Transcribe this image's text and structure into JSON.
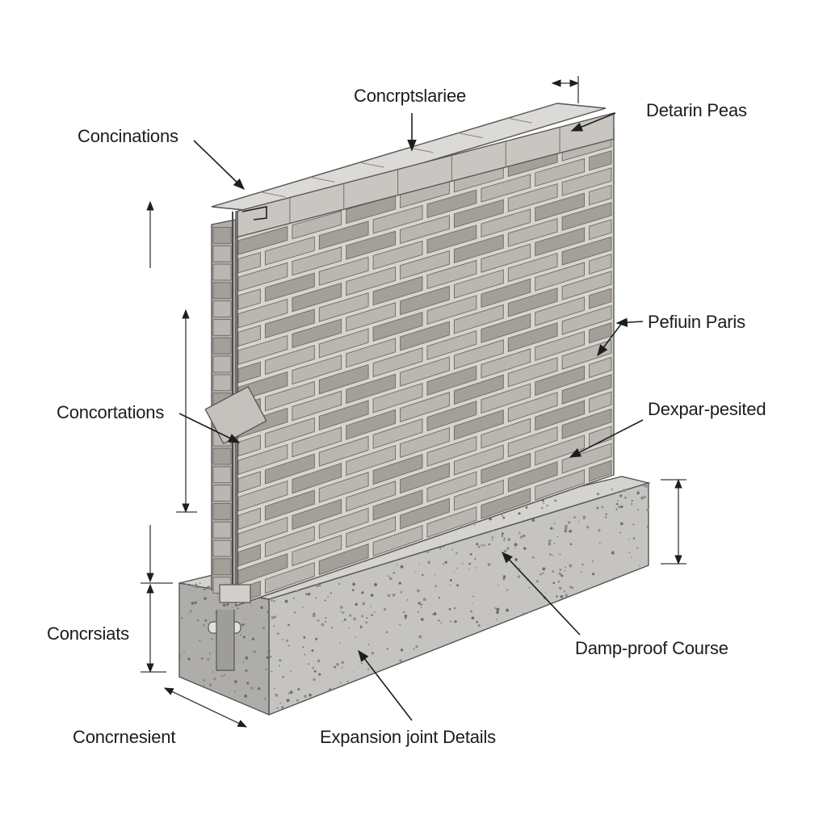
{
  "labels": {
    "top_center": "Concrptslariee",
    "top_right": "Detarin Peas",
    "upper_left": "Concinations",
    "mid_right": "Pefiuin Paris",
    "mid_left": "Concortations",
    "lower_right": "Dexpar-pesited",
    "lower_left": "Concrsiats",
    "bottom_left": "Concrnesient",
    "damp_proof": "Damp-proof Course",
    "bottom_center": "Expansion joint Details"
  },
  "colors": {
    "background": "#ffffff",
    "brick_light": "#bab6b1",
    "brick_dark": "#a59f99",
    "mortar": "#d7d3cd",
    "coping": "#c9c6c1",
    "concrete_top": "#d4d3cf",
    "concrete_front": "#c5c4c0",
    "concrete_side": "#aeada9",
    "ink": "#1c1c1c"
  }
}
